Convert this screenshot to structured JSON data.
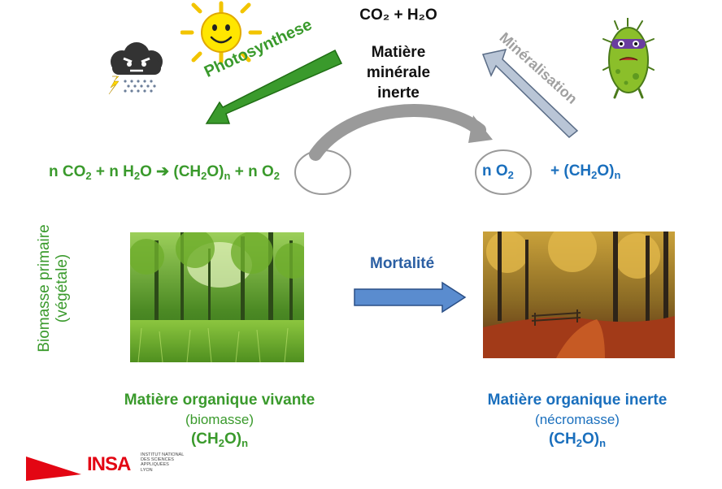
{
  "top": {
    "co2_h2o": "CO₂ + H₂O",
    "mineral_lines": [
      "Matière",
      "minérale",
      "inerte"
    ]
  },
  "arrows": {
    "photosynthesis": "Photosynthese",
    "mineralisation": "Minéralisation",
    "mortality": "Mortalité"
  },
  "equation": {
    "left_a": "n CO",
    "left_b": " + n H",
    "left_c": "O  ➔ (CH",
    "left_d": "O)",
    "left_n": "n",
    "left_e": " + n O",
    "sub2": "2",
    "right_o2": "n O",
    "right_plus": "+ (CH",
    "right_o": "O)"
  },
  "side_label": {
    "line1": "Biomasse primaire",
    "line2": "(végétale)"
  },
  "left_caption": {
    "main": "Matière organique vivante",
    "mid": "(biomasse)",
    "ch": "(CH",
    "ch_o": "O)",
    "n": "n",
    "sub": "2"
  },
  "right_caption": {
    "main": "Matière organique inerte",
    "mid": "(nécromasse)",
    "ch": "(CH",
    "ch_o": "O)",
    "n": "n",
    "sub": "2"
  },
  "logo": {
    "name": "INSA",
    "small_lines": [
      "INSTITUT NATIONAL",
      "DES SCIENCES",
      "APPLIQUÉES",
      "LYON"
    ]
  },
  "colors": {
    "green": "#3a9a2c",
    "blue": "#1a6fbd",
    "insa_red": "#e30613"
  }
}
